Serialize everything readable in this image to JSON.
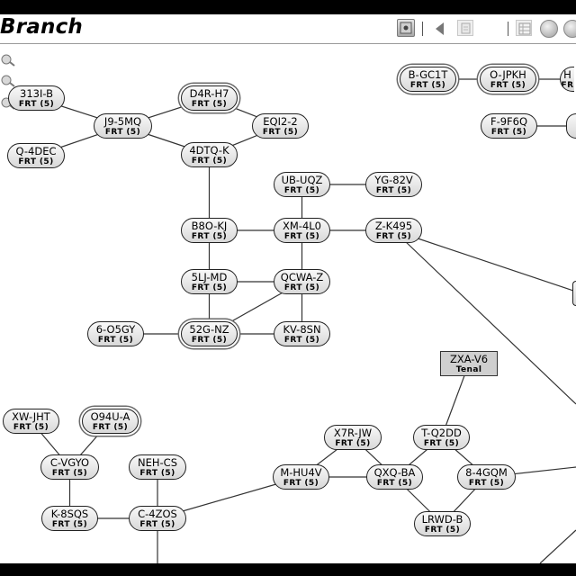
{
  "header": {
    "title": "Branch"
  },
  "toolbar": {
    "icons": [
      "map-icon",
      "back-arrow-icon",
      "document-icon",
      "table-icon",
      "globe-icon",
      "globe-icon"
    ]
  },
  "nodes": [
    {
      "id": "n1",
      "name": "313I-B",
      "sub": "FRT (5)"
    },
    {
      "id": "n2",
      "name": "Q-4DEC",
      "sub": "FRT (5)"
    },
    {
      "id": "n3",
      "name": "J9-5MQ",
      "sub": "FRT (5)"
    },
    {
      "id": "n4",
      "name": "D4R-H7",
      "sub": "FRT (5)"
    },
    {
      "id": "n5",
      "name": "EQI2-2",
      "sub": "FRT (5)"
    },
    {
      "id": "n6",
      "name": "4DTQ-K",
      "sub": "FRT (5)"
    },
    {
      "id": "n7",
      "name": "UB-UQZ",
      "sub": "FRT (5)"
    },
    {
      "id": "n8",
      "name": "YG-82V",
      "sub": "FRT (5)"
    },
    {
      "id": "n9",
      "name": "B8O-KJ",
      "sub": "FRT (5)"
    },
    {
      "id": "n10",
      "name": "XM-4L0",
      "sub": "FRT (5)"
    },
    {
      "id": "n11",
      "name": "Z-K495",
      "sub": "FRT (5)"
    },
    {
      "id": "n12",
      "name": "5LJ-MD",
      "sub": "FRT (5)"
    },
    {
      "id": "n13",
      "name": "QCWA-Z",
      "sub": "FRT (5)"
    },
    {
      "id": "n14",
      "name": "6-O5GY",
      "sub": "FRT (5)"
    },
    {
      "id": "n15",
      "name": "52G-NZ",
      "sub": "FRT (5)"
    },
    {
      "id": "n16",
      "name": "KV-8SN",
      "sub": "FRT (5)"
    },
    {
      "id": "n17",
      "name": "B-GC1T",
      "sub": "FRT (5)"
    },
    {
      "id": "n18",
      "name": "O-JPKH",
      "sub": "FRT (5)"
    },
    {
      "id": "n19",
      "name": "H",
      "sub": "FR"
    },
    {
      "id": "n20",
      "name": "F-9F6Q",
      "sub": "FRT (5)"
    },
    {
      "id": "n21",
      "name": "ZXA-V6",
      "sub": "Tenal"
    },
    {
      "id": "n22",
      "name": "XW-JHT",
      "sub": "FRT (5)"
    },
    {
      "id": "n23",
      "name": "O94U-A",
      "sub": "FRT (5)"
    },
    {
      "id": "n24",
      "name": "C-VGYO",
      "sub": "FRT (5)"
    },
    {
      "id": "n25",
      "name": "NEH-CS",
      "sub": "FRT (5)"
    },
    {
      "id": "n26",
      "name": "X7R-JW",
      "sub": "FRT (5)"
    },
    {
      "id": "n27",
      "name": "T-Q2DD",
      "sub": "FRT (5)"
    },
    {
      "id": "n28",
      "name": "M-HU4V",
      "sub": "FRT (5)"
    },
    {
      "id": "n29",
      "name": "QXQ-BA",
      "sub": "FRT (5)"
    },
    {
      "id": "n30",
      "name": "8-4GQM",
      "sub": "FRT (5)"
    },
    {
      "id": "n31",
      "name": "K-8SQS",
      "sub": "FRT (5)"
    },
    {
      "id": "n32",
      "name": "C-4ZOS",
      "sub": "FRT (5)"
    },
    {
      "id": "n33",
      "name": "LRWD-B",
      "sub": "FRT (5)"
    }
  ]
}
